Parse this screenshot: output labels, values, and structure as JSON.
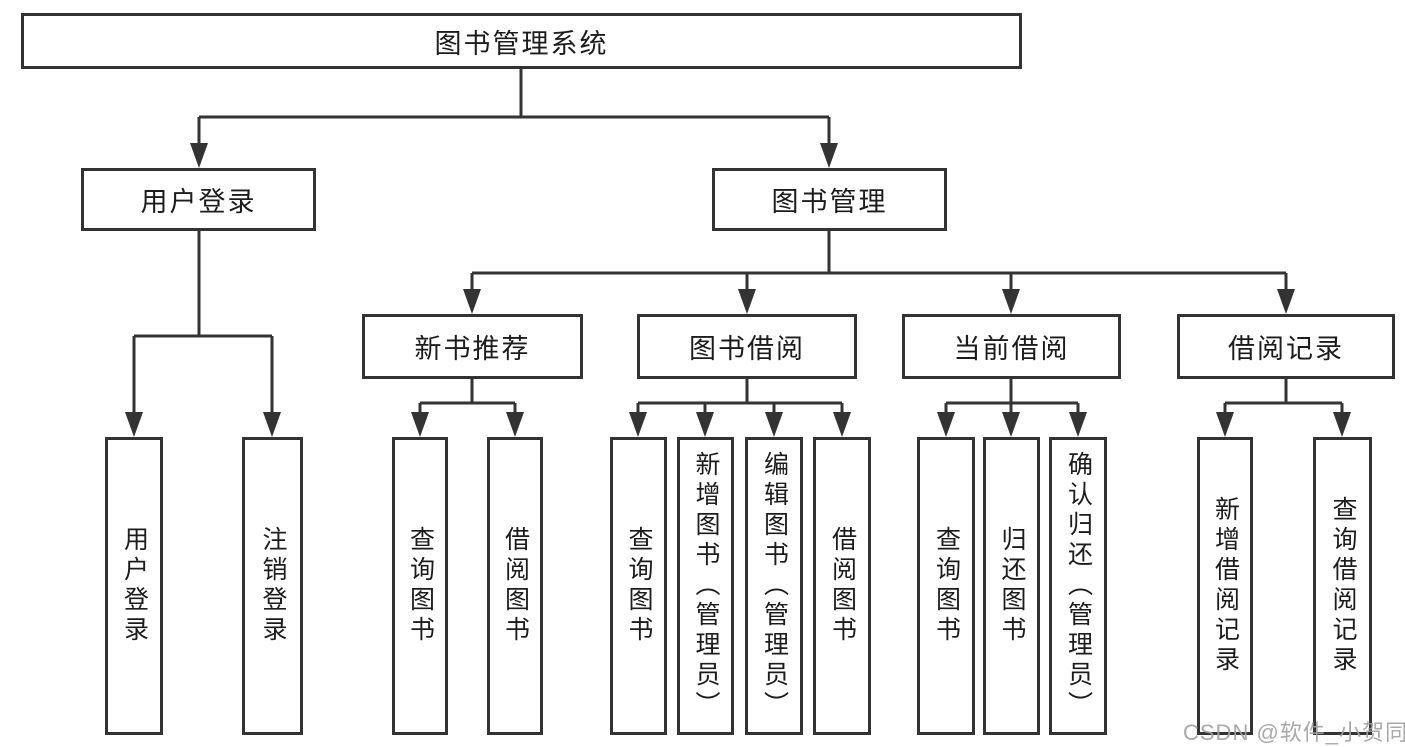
{
  "diagram": {
    "watermark": "CSDN @软件_小贺同学",
    "colors": {
      "line": "#333333",
      "box_border": "#333333",
      "text": "#1c1c1c",
      "watermark": "#a0a0a0",
      "background": "#ffffff"
    },
    "tree": {
      "root": "图书管理系统",
      "branches": [
        {
          "label": "用户登录",
          "children": [
            "用户登录",
            "注销登录"
          ]
        },
        {
          "label": "图书管理",
          "groups": [
            {
              "label": "新书推荐",
              "children": [
                "查询图书",
                "借阅图书"
              ]
            },
            {
              "label": "图书借阅",
              "children": [
                "查询图书",
                "新增图书（管理员）",
                "编辑图书（管理员）",
                "借阅图书"
              ]
            },
            {
              "label": "当前借阅",
              "children": [
                "查询图书",
                "归还图书",
                "确认归还（管理员）"
              ]
            },
            {
              "label": "借阅记录",
              "children": [
                "新增借阅记录",
                "查询借阅记录"
              ]
            }
          ]
        }
      ]
    }
  }
}
